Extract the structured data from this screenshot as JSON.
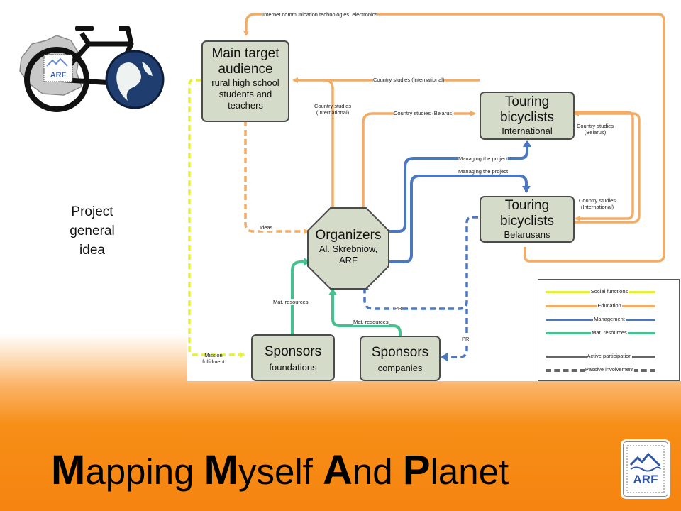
{
  "side_text": {
    "line1": "Project",
    "line2": "general",
    "line3": "idea"
  },
  "nodes": {
    "audience": {
      "title1": "Main target",
      "title2": "audience",
      "sub": "rural high school students and teachers"
    },
    "touring_int": {
      "title1": "Touring",
      "title2": "bicyclists",
      "sub": "International"
    },
    "touring_by": {
      "title1": "Touring",
      "title2": "bicyclists",
      "sub": "Belarusans"
    },
    "organizers": {
      "title": "Organizers",
      "sub1": "Al. Skrebniow,",
      "sub2": "ARF"
    },
    "sponsors_found": {
      "title": "Sponsors",
      "sub": "foundations"
    },
    "sponsors_comp": {
      "title": "Sponsors",
      "sub": "companies"
    }
  },
  "edge_labels": {
    "internet": "Internet communication technologies, electronics",
    "country_int_top": "Country studies (International)",
    "country_int_left_1": "Country studies",
    "country_int_left_2": "(International)",
    "country_belarus_mid": "Country studies (Belarus)",
    "country_belarus_right_1": "Country studies",
    "country_belarus_right_2": "(Belarus)",
    "country_int_right_1": "Country studies",
    "country_int_right_2": "(International)",
    "managing_1": "Managing the project",
    "managing_2": "Managing the project",
    "ideas": "Ideas",
    "mat_resources_1": "Mat. resources",
    "mat_resources_2": "Mat. resources",
    "pr_1": "PR",
    "pr_2": "PR",
    "mission_1": "Mission",
    "mission_2": "fulfillment"
  },
  "legend": {
    "social": "Social functions",
    "education": "Education",
    "management": "Management",
    "mat": "Mat. resources",
    "active": "Active participation",
    "passive": "Passive involvement"
  },
  "colors": {
    "social": "#e6f03c",
    "education": "#f2ac66",
    "management": "#4a77c0",
    "mat": "#46c08e",
    "node_fill": "#d5dbc9"
  },
  "logo_badge": "ARF",
  "title": {
    "w1_cap": "M",
    "w1_rest": "apping ",
    "w2_cap": "M",
    "w2_rest": "yself ",
    "w3_cap": "A",
    "w3_rest": "nd ",
    "w4_cap": "P",
    "w4_rest": "lanet"
  },
  "corner_logo": "ARF"
}
